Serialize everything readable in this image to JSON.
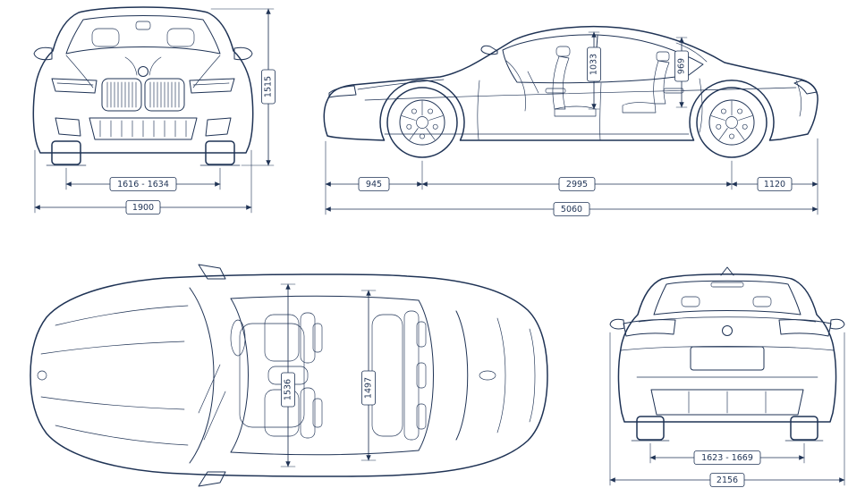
{
  "colors": {
    "line": "#1f3355",
    "background": "#ffffff"
  },
  "views": {
    "front": {
      "dims": {
        "track": "1616 - 1634",
        "width": "1900",
        "height": "1515"
      }
    },
    "side": {
      "dims": {
        "front_interior_height": "1033",
        "rear_interior_height": "969",
        "front_overhang": "945",
        "wheelbase": "2995",
        "rear_overhang": "1120",
        "length": "5060"
      }
    },
    "top": {
      "dims": {
        "front_interior_width": "1536",
        "rear_interior_width": "1497"
      }
    },
    "rear": {
      "dims": {
        "track": "1623 - 1669",
        "width_incl_mirrors": "2156"
      }
    }
  }
}
